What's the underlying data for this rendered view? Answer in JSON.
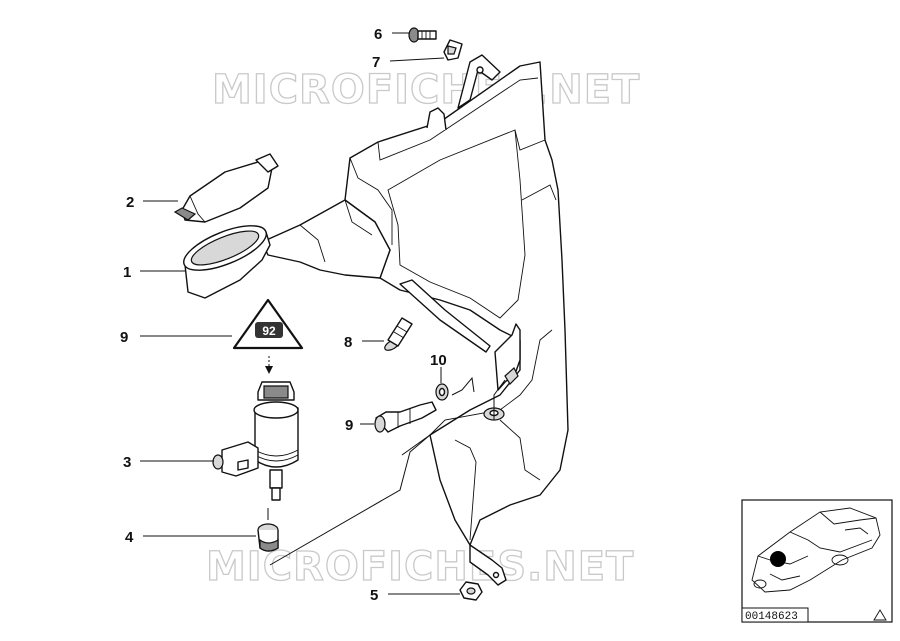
{
  "watermarks": [
    "MICROFICHES.NET",
    "MICROFICHES.NET"
  ],
  "callouts": [
    {
      "id": "c6",
      "label": "6"
    },
    {
      "id": "c7",
      "label": "7"
    },
    {
      "id": "c2",
      "label": "2"
    },
    {
      "id": "c1",
      "label": "1"
    },
    {
      "id": "c9a",
      "label": "9"
    },
    {
      "id": "c8",
      "label": "8"
    },
    {
      "id": "c10",
      "label": "10"
    },
    {
      "id": "c9b",
      "label": "9"
    },
    {
      "id": "c3",
      "label": "3"
    },
    {
      "id": "c4",
      "label": "4"
    },
    {
      "id": "c5",
      "label": "5"
    }
  ],
  "warning_symbol_text": "92",
  "thumbnail": {
    "diagram_code": "00148623"
  },
  "icons": [
    "warning-triangle-icon",
    "corner-triangle-icon",
    "car-thumbnail-icon"
  ]
}
